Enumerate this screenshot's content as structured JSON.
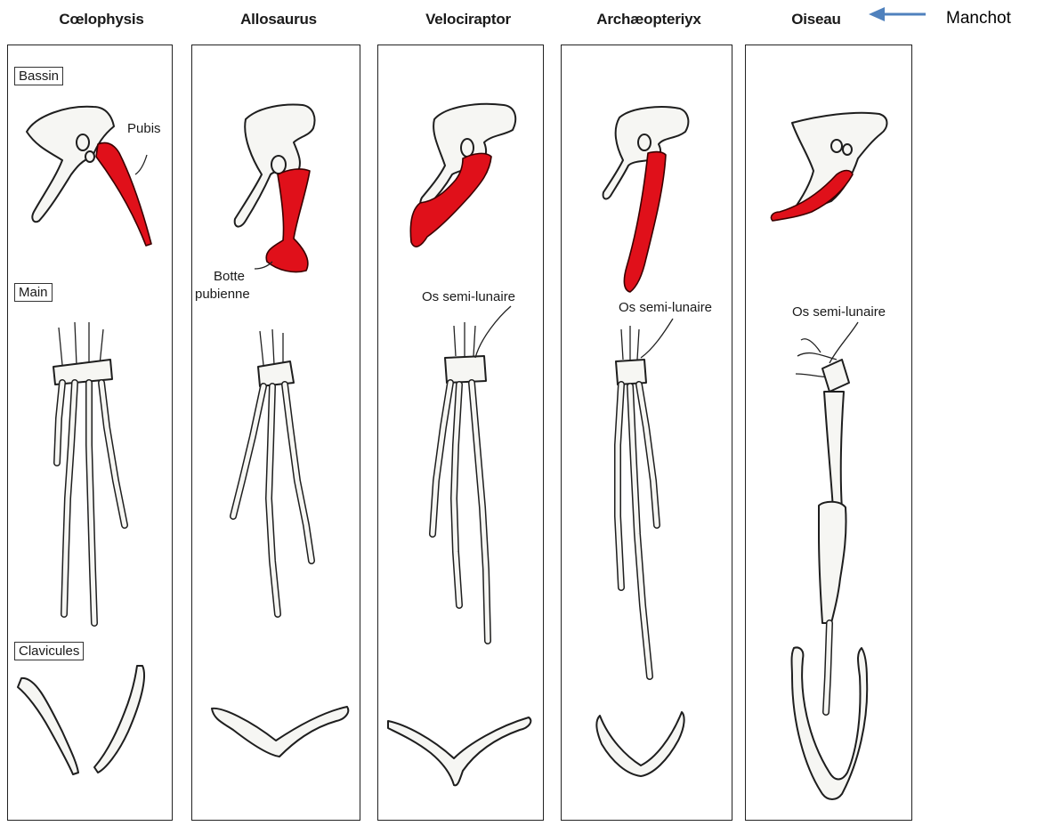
{
  "columns": [
    {
      "title": "Cœlophysis"
    },
    {
      "title": "Allosaurus"
    },
    {
      "title": "Velociraptor"
    },
    {
      "title": "Archæopteriyx"
    },
    {
      "title": "Oiseau"
    }
  ],
  "section_labels": {
    "bassin": "Bassin",
    "main": "Main",
    "clavicules": "Clavicules"
  },
  "annotations": {
    "pubis": "Pubis",
    "botte_line1": "Botte",
    "botte_line2": "pubienne",
    "os_semi_lunaire_velociraptor": "Os semi-lunaire",
    "os_semi_lunaire_archaeopteryx": "Os  semi-lunaire",
    "os_semi_lunaire_oiseau": "Os semi-lunaire"
  },
  "callout": {
    "text": "Manchot"
  },
  "colors": {
    "highlight": "#e0101a",
    "arrow": "#4f81bd",
    "bone": "#f6f6f3",
    "outline": "#1e1e1e"
  },
  "icons": {
    "arrow": "left-arrow-icon"
  }
}
